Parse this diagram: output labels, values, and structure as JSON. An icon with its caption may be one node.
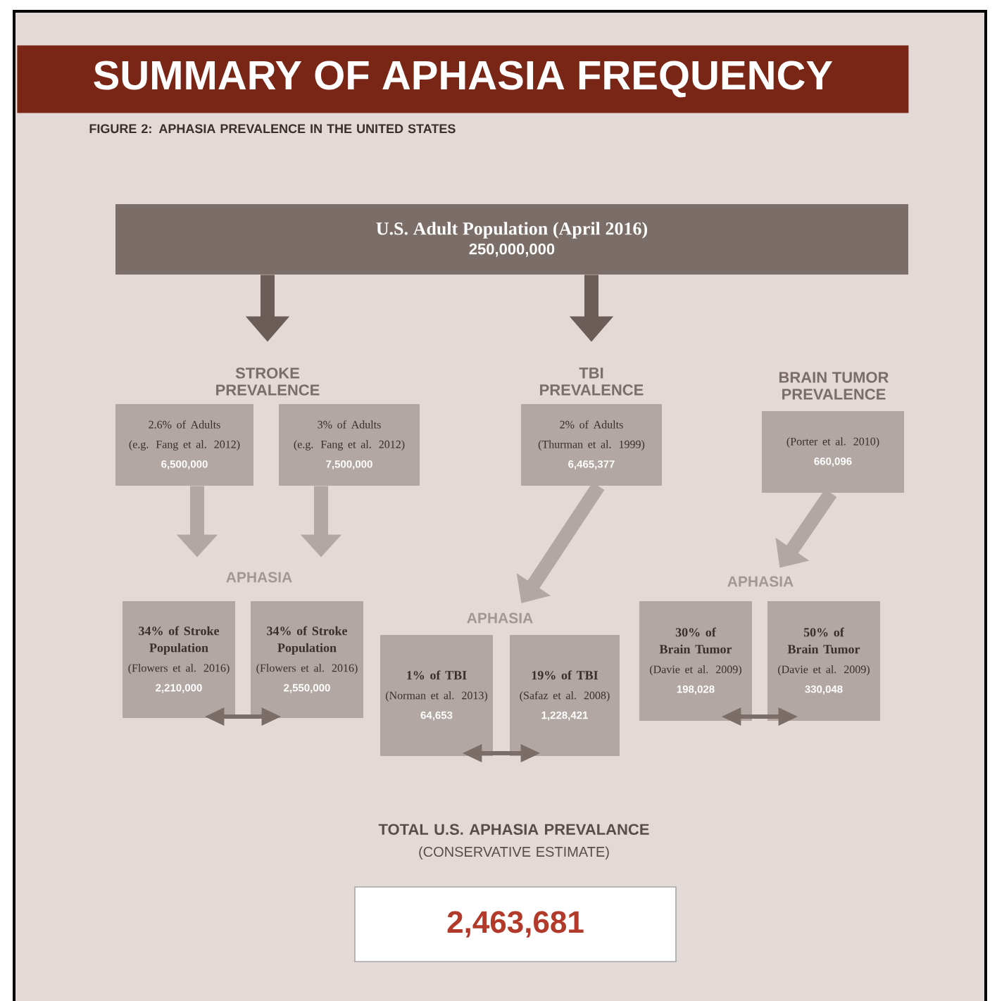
{
  "diagram": {
    "title": "SUMMARY OF APHASIA FREQUENCY",
    "nodes": [
      {
        "text": [
          "U.S. Adult Population (April 2016)",
          "250,000,000"
        ]
      },
      {
        "text": [
          "STROKE PREVALENCE"
        ]
      },
      {
        "text": [
          "TBI PREVALENCE"
        ]
      },
      {
        "text": [
          "BRAIN TUMOR PREVALENCE"
        ]
      },
      {
        "text": [
          "2.6% of Adults",
          "(e.g. Fang et al. 2012)",
          "6,500,000"
        ]
      },
      {
        "text": [
          "3% of Adults",
          "(e.g. Fang et al. 2012)",
          "7,500,000"
        ]
      },
      {
        "text": [
          "2% of Adults",
          "(Thurman et al. 1999)",
          "6,465,377"
        ]
      },
      {
        "text": [
          "(Porter et al. 2010)",
          "660,096"
        ]
      },
      {
        "text": [
          "APHASIA"
        ]
      },
      {
        "text": [
          "APHASIA"
        ]
      },
      {
        "text": [
          "APHASIA"
        ]
      },
      {
        "text": [
          "34% of Stroke Population",
          "(Flowers et al. 2016)",
          "2,210,000"
        ]
      },
      {
        "text": [
          "34% of Stroke Population",
          "(Flowers et al. 2016)",
          "2,550,000"
        ]
      },
      {
        "text": [
          "1% of TBI",
          "(Norman et al. 2013)",
          "64,653"
        ]
      },
      {
        "text": [
          "19% of TBI",
          "(Safaz et al. 2008)",
          "1,228,421"
        ]
      },
      {
        "text": [
          "30% of Brain Tumor",
          "(Davie et al. 2009)",
          "198,028"
        ]
      },
      {
        "text": [
          "50% of Brain Tumor",
          "(Davie et al. 2009)",
          "330,048"
        ]
      },
      {
        "text": [
          "2,463,681"
        ]
      }
    ],
    "edges": [
      {
        "from": 0,
        "to": 1,
        "arrow": "to"
      },
      {
        "from": 0,
        "to": 2,
        "arrow": "to"
      },
      {
        "from": 4,
        "to": 8,
        "arrow": "to"
      },
      {
        "from": 5,
        "to": 8,
        "arrow": "to"
      },
      {
        "from": 6,
        "to": 9,
        "arrow": "to"
      },
      {
        "from": 7,
        "to": 10,
        "arrow": "to"
      },
      {
        "from": 11,
        "to": 12,
        "arrow": "both"
      },
      {
        "from": 13,
        "to": 14,
        "arrow": "both"
      },
      {
        "from": 15,
        "to": 16,
        "arrow": "both"
      }
    ],
    "labels": [
      "FIGURE 2: APHASIA PREVALENCE IN THE UNITED STATES",
      "TOTAL U.S. APHASIA PREVALANCE",
      "(CONSERVATIVE ESTIMATE)"
    ]
  }
}
